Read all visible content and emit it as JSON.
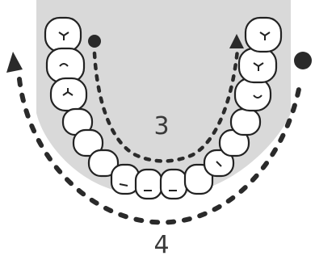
{
  "labels": {
    "inner_path_number": "3",
    "outer_path_number": "4"
  },
  "colors": {
    "palate_fill": "#d9d9d9",
    "tooth_fill": "#ffffff",
    "stroke": "#222222",
    "dots": "#2a2a2a"
  },
  "markers": {
    "inner_path": {
      "start": "filled-dot",
      "end": "arrowhead"
    },
    "outer_path": {
      "start": "filled-dot",
      "end": "arrowhead"
    }
  }
}
